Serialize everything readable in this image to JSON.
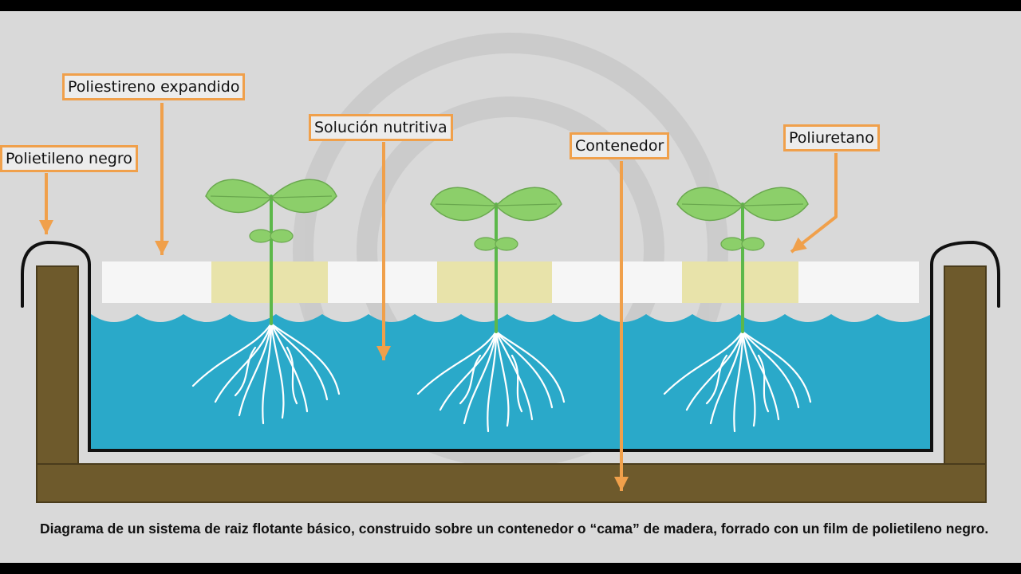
{
  "labels": {
    "polietileno": "Polietileno negro",
    "poliestireno": "Poliestireno expandido",
    "solucion": "Solución nutritiva",
    "contenedor": "Contenedor",
    "poliuretano": "Poliuretano"
  },
  "caption": "Diagrama de un sistema de raiz flotante básico, construido sobre un contenedor o “cama” de madera, forrado con un film de polietileno negro.",
  "colors": {
    "background": "#d9d9d9",
    "wood": "#6e5a2c",
    "water": "#2aa9c9",
    "foam": "#f6f6f6",
    "polyurethane": "#e8e3aa",
    "leaf": "#8ccf6a",
    "stem": "#5cb84a",
    "arrow": "#f0a04b",
    "film": "#111111"
  }
}
